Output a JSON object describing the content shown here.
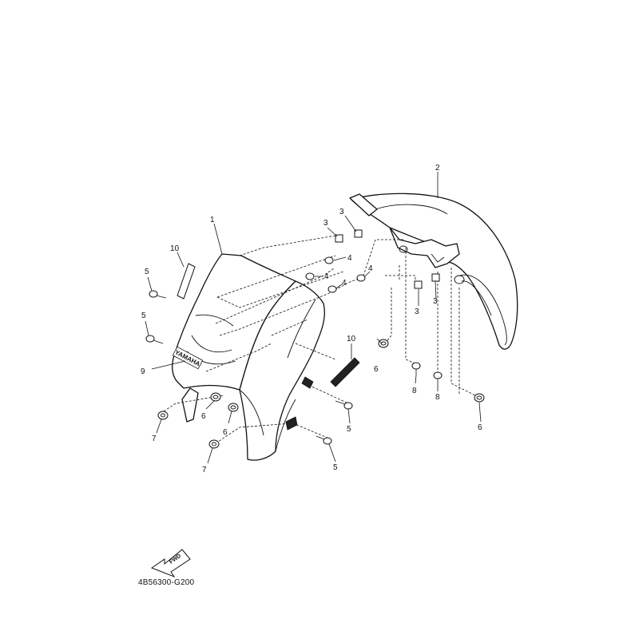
{
  "diagram": {
    "drawing_code": "4B56300-G200",
    "fwd_label": "FWD",
    "brand_text": "YAMAHA",
    "callouts": {
      "c1": "1",
      "c2": "2",
      "c3a": "3",
      "c3b": "3",
      "c3c": "3",
      "c3d": "3",
      "c4a": "4",
      "c4b": "4",
      "c4c": "4",
      "c4d": "4",
      "c5a": "5",
      "c5b": "5",
      "c5c": "5",
      "c5d": "5",
      "c6a": "6",
      "c6b": "6",
      "c6c": "6",
      "c6d": "6",
      "c7a": "7",
      "c7b": "7",
      "c8a": "8",
      "c8b": "8",
      "c9": "9",
      "c10a": "10",
      "c10b": "10"
    }
  }
}
